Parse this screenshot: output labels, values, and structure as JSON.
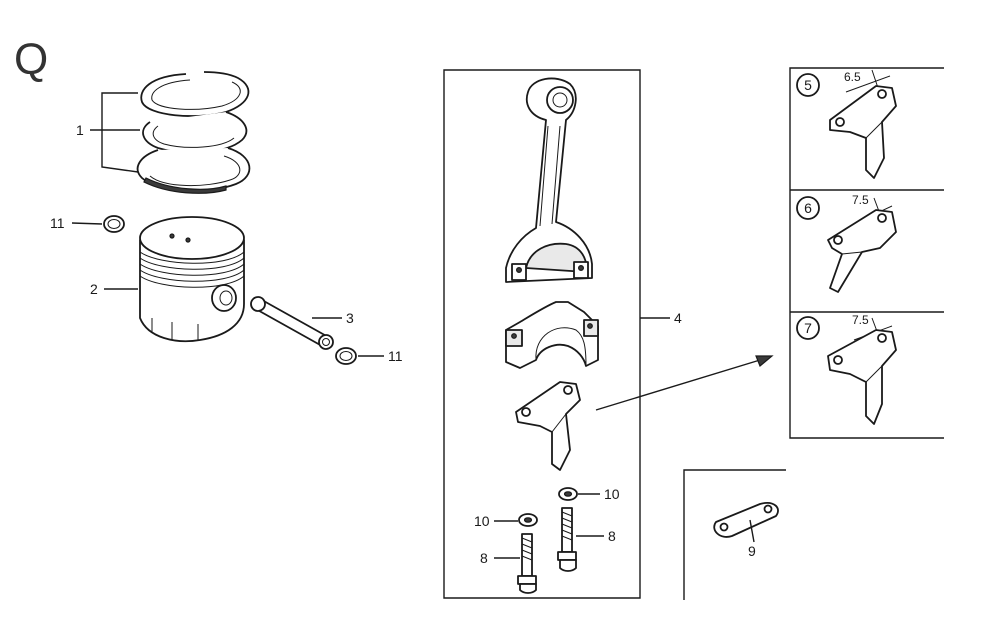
{
  "diagram": {
    "section_letter": "Q",
    "callouts": {
      "rings": "1",
      "piston": "2",
      "pin": "3",
      "rod_assembly": "4",
      "bolt_left": "8",
      "bolt_right": "8",
      "bracket": "9",
      "washer_left": "10",
      "washer_right": "10",
      "clip_top": "11",
      "clip_bottom": "11"
    },
    "variants": [
      {
        "number": "5",
        "dimension": "6.5"
      },
      {
        "number": "6",
        "dimension": "7.5"
      },
      {
        "number": "7",
        "dimension": "7.5"
      }
    ]
  }
}
